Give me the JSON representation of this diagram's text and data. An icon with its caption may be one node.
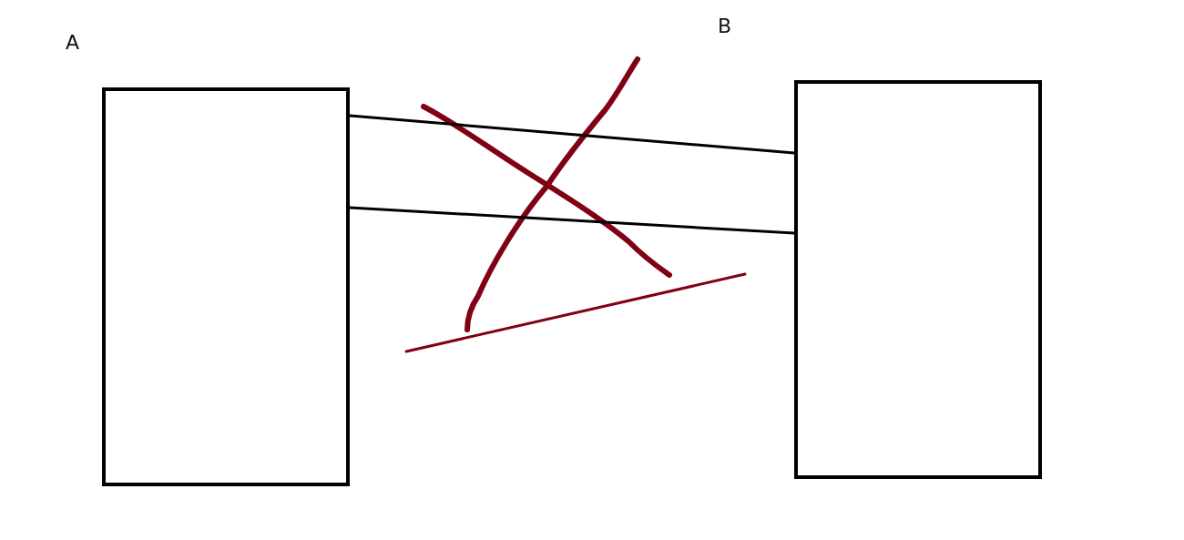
{
  "diagram": {
    "nodes": [
      {
        "text": [
          "A"
        ]
      },
      {
        "text": [
          "B"
        ]
      }
    ],
    "edges": [
      {
        "from": 0,
        "to": 1,
        "arrow": "none"
      },
      {
        "from": 0,
        "to": 1,
        "arrow": "none"
      }
    ]
  }
}
